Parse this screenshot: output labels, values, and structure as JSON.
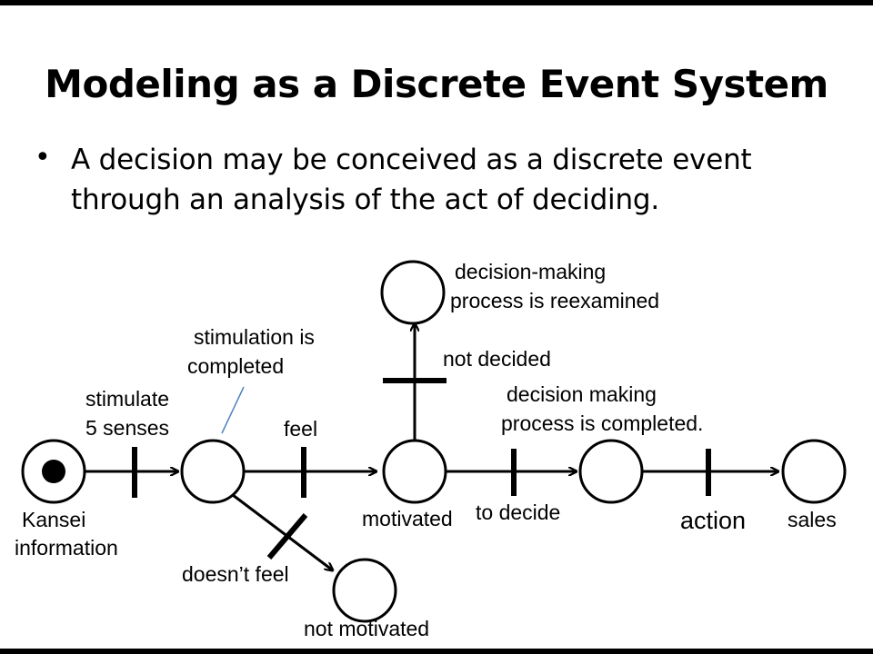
{
  "slide": {
    "title": "Modeling as a Discrete Event System",
    "bullet_lines": [
      "A decision may be conceived as a discrete event",
      "through an analysis of the act of deciding."
    ]
  },
  "diagram": {
    "places": [
      {
        "id": "kansei",
        "label_lines": [
          "Kansei",
          "information"
        ],
        "marked": true
      },
      {
        "id": "stimulated",
        "label_lines": [
          "stimulation is",
          "completed"
        ]
      },
      {
        "id": "motivated",
        "label_lines": [
          "motivated"
        ]
      },
      {
        "id": "reexamine",
        "label_lines": [
          "decision-making",
          "process is reexamined"
        ]
      },
      {
        "id": "decided",
        "label_lines": [
          "decision making",
          "process is completed."
        ]
      },
      {
        "id": "sales",
        "label_lines": [
          "sales"
        ]
      },
      {
        "id": "not_motivated",
        "label_lines": [
          "not motivated"
        ]
      }
    ],
    "transitions": [
      {
        "id": "t_stimulate",
        "label_lines": [
          "stimulate",
          "5 senses"
        ]
      },
      {
        "id": "t_feel",
        "label_lines": [
          "feel"
        ]
      },
      {
        "id": "t_not_decided",
        "label_lines": [
          "not decided"
        ]
      },
      {
        "id": "t_decide",
        "label_lines": [
          "to decide"
        ]
      },
      {
        "id": "t_action",
        "label_lines": [
          "action"
        ]
      },
      {
        "id": "t_doesnt_feel",
        "label_lines": [
          "doesn’t feel"
        ]
      }
    ]
  }
}
